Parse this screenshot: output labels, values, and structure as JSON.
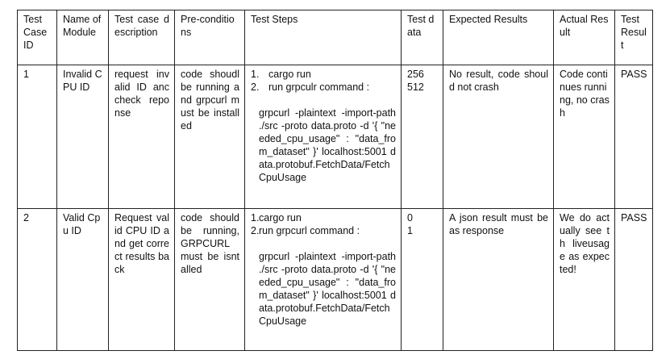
{
  "headers": {
    "test_case_id": "Test Case ID",
    "module": "Name of Module",
    "description": "Test case description",
    "preconditions": "Pre-conditions",
    "steps": "Test Steps",
    "data": "Test data",
    "expected": "Expected Results",
    "actual": "Actual Result",
    "result": "Test Result"
  },
  "rows": [
    {
      "id": "1",
      "module": "Invalid CPU ID",
      "description": "request invalid ID anc check reponse",
      "preconditions": "code shoudl be running and grpcurl must be installed",
      "step1": "cargo run",
      "step2": "run grpculr command :",
      "command": "grpcurl -plaintext -import-path ./src -proto data.proto -d '{ \"needed_cpu_usage\" : \"data_from_dataset\" }' localhost:5001 data.protobuf.FetchData/FetchCpuUsage",
      "data1": "256",
      "data2": "512",
      "expected": "No result, code should not crash",
      "actual": "Code continues running, no crash",
      "result": "PASS"
    },
    {
      "id": "2",
      "module": "Valid Cpu ID",
      "description": "Request valid CPU ID and get correct results back",
      "preconditions": "code should be running, GRPCURL must be isntalled",
      "step1": "cargo run",
      "step2": "run grpcurl command :",
      "command": "grpcurl -plaintext -import-path ./src -proto data.proto -d '{ \"needed_cpu_usage\" : \"data_from_dataset\" }' localhost:5001 data.protobuf.FetchData/FetchCpuUsage",
      "data1": "0",
      "data2": "1",
      "expected": "A json result must be as response",
      "actual": "We do actually see th liveusage as expected!",
      "result": "PASS"
    }
  ]
}
